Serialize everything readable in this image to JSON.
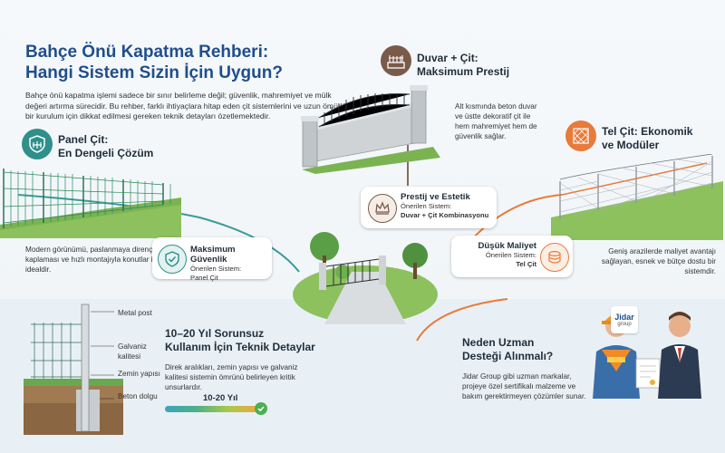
{
  "header": {
    "title_line1": "Bahçe Önü Kapatma Rehberi:",
    "title_line2": "Hangi Sistem Sizin İçin Uygun?",
    "intro": "Bahçe önü kapatma işlemi sadece bir sınır belirleme değil; güvenlik, mahremiyet ve mülk değeri artırma sürecidir. Bu rehber, farklı ihtiyaçlara hitap eden çit sistemlerini ve uzun ömürlü bir kurulum için dikkat edilmesi gereken teknik detayları özetlemektedir."
  },
  "panel": {
    "title_line1": "Panel Çit:",
    "title_line2": "En Dengeli Çözüm",
    "desc": "Modern görünümü, paslanmaya dirençli PVC kaplaması ve hızlı montajıyla konutlar için idealdir.",
    "color": "#2f8f8a"
  },
  "wall": {
    "title_line1": "Duvar + Çit:",
    "title_line2": "Maksimum Prestij",
    "desc": "Alt kısmında beton duvar ve üstte dekoratif çit ile hem mahremiyet hem de güvenlik sağlar.",
    "color": "#7a5a49"
  },
  "wire": {
    "title_line1": "Tel Çit: Ekonomik",
    "title_line2": "ve Modüler",
    "desc": "Geniş arazilerde maliyet avantajı sağlayan, esnek ve bütçe dostu bir sistemdir.",
    "color": "#e87a3a"
  },
  "callouts": {
    "security": {
      "title": "Maksimum Güvenlik",
      "sub1": "Önerilen Sistem:",
      "sub2": "Panel Çit"
    },
    "prestige": {
      "title": "Prestij ve Estetik",
      "sub1": "Önerilen Sistem:",
      "sub2": "Duvar + Çit Kombinasyonu"
    },
    "cost": {
      "title": "Düşük Maliyet",
      "sub1": "Önerilen Sistem:",
      "sub2": "Tel Çit"
    }
  },
  "technical": {
    "title_line1": "10–20 Yıl Sorunsuz",
    "title_line2": "Kullanım İçin Teknik Detaylar",
    "desc": "Direk aralıkları, zemin yapısı ve galvaniz kalitesi sistemin ömrünü belirleyen kritik unsurlardır.",
    "bar_label": "10-20 Yıl",
    "labels": {
      "metal": "Metal post",
      "galv": "Galvaniz kalitesi",
      "zemin": "Zemin yapısı",
      "beton": "Beton dolgu"
    }
  },
  "expert": {
    "title_line1": "Neden Uzman",
    "title_line2": "Desteği Alınmalı?",
    "desc": "Jidar Group gibi uzman markalar, projeye özel sertifikalı malzeme ve bakım gerektirmeyen çözümler sunar.",
    "logo_name": "Jidar",
    "logo_sub": "group"
  },
  "colors": {
    "teal": "#2f8f8a",
    "brown": "#7a5a49",
    "orange": "#e87a3a",
    "title_blue": "#1f4e8c"
  },
  "icons": {
    "panel": "shield-fence-icon",
    "wall": "wall-fence-icon",
    "wire": "wire-mesh-icon",
    "security": "shield-check-icon",
    "prestige": "crown-icon",
    "cost": "coins-icon",
    "check": "check-icon"
  }
}
